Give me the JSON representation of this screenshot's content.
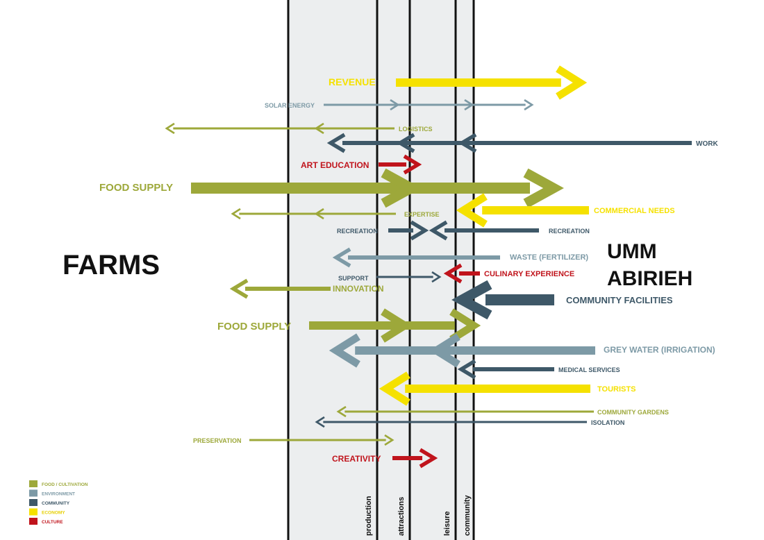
{
  "places": {
    "left": "FARMS",
    "right_line1": "UMM",
    "right_line2": "ABIRIEH"
  },
  "zones": [
    "production",
    "attractions",
    "leisure",
    "community"
  ],
  "categories": {
    "food": {
      "label": "FOOD / CULTIVATION",
      "color": "#9da83a"
    },
    "environment": {
      "label": "ENVIRONMENT",
      "color": "#7d9aa6"
    },
    "community": {
      "label": "COMMUNITY",
      "color": "#3e5868"
    },
    "economy": {
      "label": "ECONOMY",
      "color": "#f5e100"
    },
    "culture": {
      "label": "CULTURE",
      "color": "#c0141c"
    }
  },
  "legend_order": [
    "food",
    "environment",
    "community",
    "economy",
    "culture"
  ],
  "flows": [
    {
      "id": "revenue",
      "label": "REVENUE",
      "category": "economy",
      "direction": "right",
      "weight": "large"
    },
    {
      "id": "solar-energy",
      "label": "SOLAR ENERGY",
      "category": "environment",
      "direction": "right",
      "weight": "thin"
    },
    {
      "id": "logistics",
      "label": "LOGISTICS",
      "category": "food",
      "direction": "left",
      "weight": "thin"
    },
    {
      "id": "work",
      "label": "WORK",
      "category": "community",
      "direction": "left",
      "weight": "medium"
    },
    {
      "id": "art-education",
      "label": "ART EDUCATION",
      "category": "culture",
      "direction": "right",
      "weight": "medium"
    },
    {
      "id": "food-supply-1",
      "label": "FOOD SUPPLY",
      "category": "food",
      "direction": "right",
      "weight": "xlarge"
    },
    {
      "id": "expertise",
      "label": "EXPERTISE",
      "category": "food",
      "direction": "left",
      "weight": "thin"
    },
    {
      "id": "commercial-needs",
      "label": "COMMERCIAL NEEDS",
      "category": "economy",
      "direction": "left",
      "weight": "large"
    },
    {
      "id": "recreation-left",
      "label": "RECREATION",
      "category": "community",
      "direction": "right",
      "weight": "medium"
    },
    {
      "id": "recreation-right",
      "label": "RECREATION",
      "category": "community",
      "direction": "left",
      "weight": "medium"
    },
    {
      "id": "waste",
      "label": "WASTE (FERTILIZER)",
      "category": "environment",
      "direction": "left",
      "weight": "medium"
    },
    {
      "id": "support",
      "label": "SUPPORT",
      "category": "community",
      "direction": "right",
      "weight": "thin"
    },
    {
      "id": "culinary-experience",
      "label": "CULINARY EXPERIENCE",
      "category": "culture",
      "direction": "left",
      "weight": "medium"
    },
    {
      "id": "innovation",
      "label": "INNOVATION",
      "category": "food",
      "direction": "left",
      "weight": "medium"
    },
    {
      "id": "community-facilities",
      "label": "COMMUNITY FACILITIES",
      "category": "community",
      "direction": "left",
      "weight": "xlarge"
    },
    {
      "id": "food-supply-2",
      "label": "FOOD SUPPLY",
      "category": "food",
      "direction": "right",
      "weight": "large"
    },
    {
      "id": "grey-water",
      "label": "GREY WATER (IRRIGATION)",
      "category": "environment",
      "direction": "left",
      "weight": "large"
    },
    {
      "id": "medical-services",
      "label": "MEDICAL SERVICES",
      "category": "community",
      "direction": "left",
      "weight": "medium"
    },
    {
      "id": "tourists",
      "label": "TOURISTS",
      "category": "economy",
      "direction": "left",
      "weight": "large"
    },
    {
      "id": "community-gardens",
      "label": "COMMUNITY GARDENS",
      "category": "food",
      "direction": "left",
      "weight": "thin"
    },
    {
      "id": "isolation",
      "label": "ISOLATION",
      "category": "community",
      "direction": "left",
      "weight": "thin"
    },
    {
      "id": "preservation",
      "label": "PRESERVATION",
      "category": "food",
      "direction": "right",
      "weight": "thin"
    },
    {
      "id": "creativity",
      "label": "CREATIVITY",
      "category": "culture",
      "direction": "right",
      "weight": "medium"
    }
  ]
}
